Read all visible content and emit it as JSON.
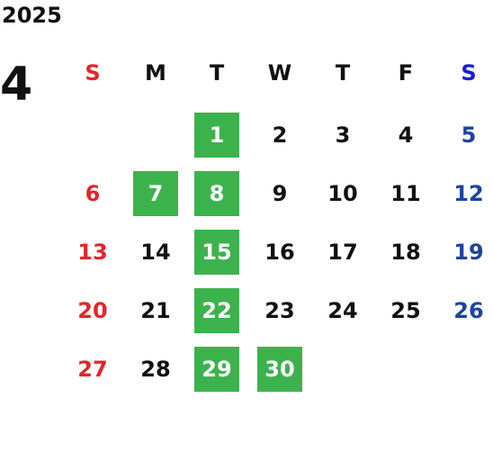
{
  "year": "2025",
  "month": "4",
  "weekdays": [
    "S",
    "M",
    "T",
    "W",
    "T",
    "F",
    "S"
  ],
  "colors": {
    "sunday": "#e3262b",
    "saturday": "#1c44a0",
    "saturday_header": "#1a1ad6",
    "weekday": "#111111",
    "highlight_bg": "#3cb24d",
    "highlight_fg": "#ffffff"
  },
  "first_weekday_index": 2,
  "days_in_month": 30,
  "highlighted_days": [
    1,
    7,
    8,
    15,
    22,
    29,
    30
  ],
  "days": [
    "1",
    "2",
    "3",
    "4",
    "5",
    "6",
    "7",
    "8",
    "9",
    "10",
    "11",
    "12",
    "13",
    "14",
    "15",
    "16",
    "17",
    "18",
    "19",
    "20",
    "21",
    "22",
    "23",
    "24",
    "25",
    "26",
    "27",
    "28",
    "29",
    "30"
  ]
}
